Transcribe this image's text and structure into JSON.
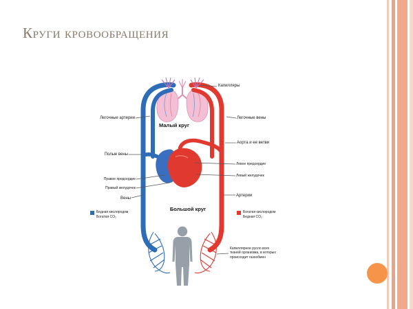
{
  "slide": {
    "title": "Круги кровообращения"
  },
  "diagram": {
    "labels": {
      "capillaries": "Капилляры",
      "pulmonary_arteries": "Легочные артерии",
      "pulmonary_veins": "Легочные вены",
      "small_circle": "Малый круг",
      "aorta": "Аорта и ее ветви",
      "vena_cava": "Полые вены",
      "left_atrium": "Левое предсердие",
      "left_ventricle": "Левый желудочек",
      "right_atrium": "Правое предсердие",
      "right_ventricle": "Правый желудочек",
      "veins": "Вены",
      "arteries": "Артерии",
      "big_circle": "Большой круг"
    },
    "legend": {
      "deoxygenated": {
        "line1": "Бедная кислородом",
        "line2": "Богатая CO₂",
        "swatch_color": "#2f6cb7"
      },
      "oxygenated": {
        "line1": "Богатая кислородом",
        "line2": "Бедная CO₂",
        "swatch_color": "#e0392f"
      }
    },
    "note": {
      "capillary_bed": "Капиллярное русло всех тканей организма, в которых происходит газообмен"
    },
    "colors": {
      "veins_blue": "#2f6cb7",
      "arteries_red": "#e0392f",
      "lungs_pink": "#f4bed4",
      "body_gray": "#97a0a9"
    }
  },
  "decoration": {
    "stripe_colors": [
      "#f6c9b4",
      "#eda285",
      "#f0a98b",
      "#f8d8c6"
    ],
    "circle_color": "#f6944a"
  }
}
